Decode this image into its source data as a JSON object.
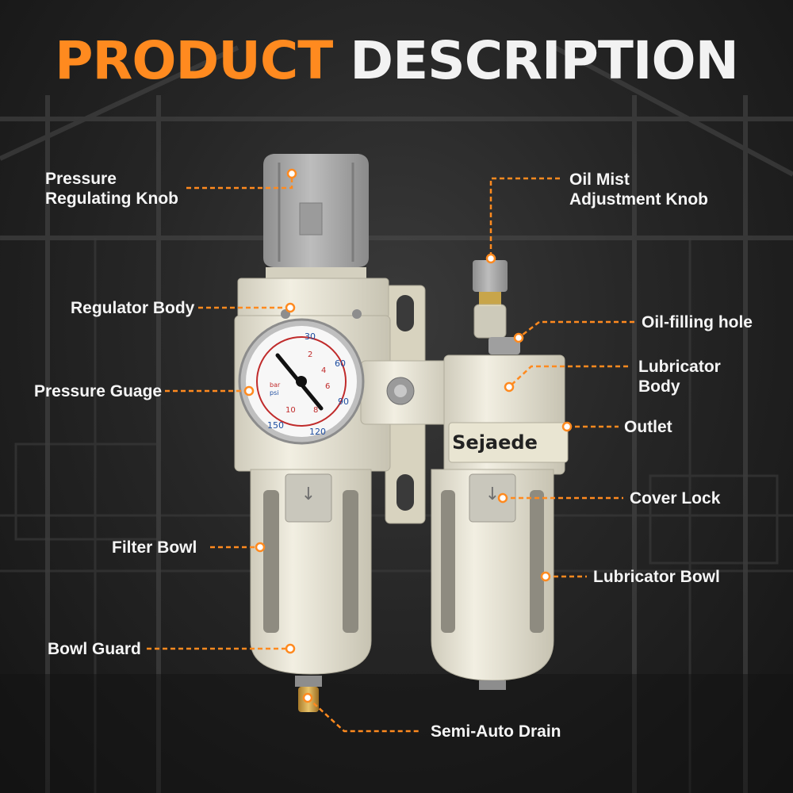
{
  "title": {
    "word1": "PRODUCT",
    "word2": "DESCRIPTION"
  },
  "brand": "Sejaede",
  "labels": {
    "pressure_regulating_knob": [
      "Pressure",
      "Regulating Knob"
    ],
    "oil_mist_adjustment_knob": [
      "Oil Mist",
      "Adjustment Knob"
    ],
    "regulator_body": "Regulator Body",
    "oil_filling_hole": "Oil-filling hole",
    "lubricator_body": [
      "Lubricator",
      "Body"
    ],
    "pressure_gauge": "Pressure Guage",
    "outlet": "Outlet",
    "cover_lock": "Cover Lock",
    "filter_bowl": "Filter Bowl",
    "lubricator_bowl": "Lubricator Bowl",
    "bowl_guard": "Bowl Guard",
    "semi_auto_drain": "Semi-Auto Drain"
  },
  "gauge": {
    "outer_ticks": [
      "30",
      "60",
      "90",
      "120",
      "150"
    ],
    "inner_ticks": [
      "2",
      "4",
      "6",
      "8",
      "10"
    ],
    "unit_outer": "psi",
    "unit_inner": "bar"
  },
  "colors": {
    "accent": "#ff8a1f",
    "title_white": "#f2f2f2",
    "body": "#ece8d8",
    "knob": "#a9a9a9"
  }
}
